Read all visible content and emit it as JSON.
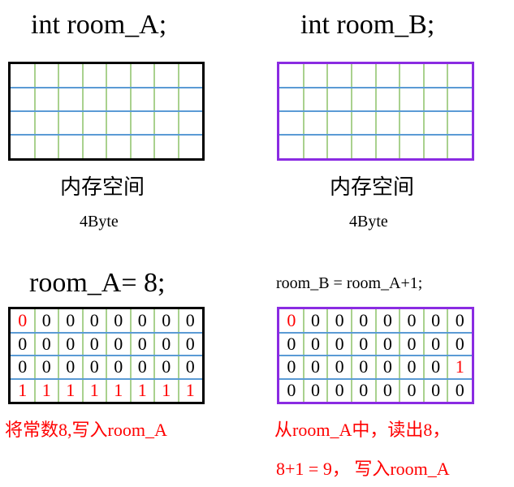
{
  "room_a": {
    "title": "int room_A;",
    "caption": "内存空间",
    "size": "4Byte",
    "frame_color": "#000000"
  },
  "room_b": {
    "title": "int room_B;",
    "caption": "内存空间",
    "size": "4Byte",
    "frame_color": "#8a2be2"
  },
  "assign_a": {
    "title": "room_A= 8;",
    "bits": [
      [
        "0",
        "0",
        "0",
        "0",
        "0",
        "0",
        "0",
        "0"
      ],
      [
        "0",
        "0",
        "0",
        "0",
        "0",
        "0",
        "0",
        "0"
      ],
      [
        "0",
        "0",
        "0",
        "0",
        "0",
        "0",
        "0",
        "0"
      ],
      [
        "1",
        "1",
        "1",
        "1",
        "1",
        "1",
        "1",
        "1"
      ]
    ],
    "note": "将常数8,写入room_A"
  },
  "assign_b": {
    "title": "room_B = room_A+1;",
    "bits": [
      [
        "0",
        "0",
        "0",
        "0",
        "0",
        "0",
        "0",
        "0"
      ],
      [
        "0",
        "0",
        "0",
        "0",
        "0",
        "0",
        "0",
        "0"
      ],
      [
        "0",
        "0",
        "0",
        "0",
        "0",
        "0",
        "0",
        "1"
      ],
      [
        "0",
        "0",
        "0",
        "0",
        "0",
        "0",
        "0",
        "0"
      ]
    ],
    "note_line1": "从room_A中，读出8，",
    "note_line2": "8+1 = 9， 写入room_A"
  },
  "colors": {
    "vertical_line": "#a9d18e",
    "horizontal_line": "#5b9bd5",
    "highlight": "#ff0000",
    "purple": "#8a2be2"
  }
}
